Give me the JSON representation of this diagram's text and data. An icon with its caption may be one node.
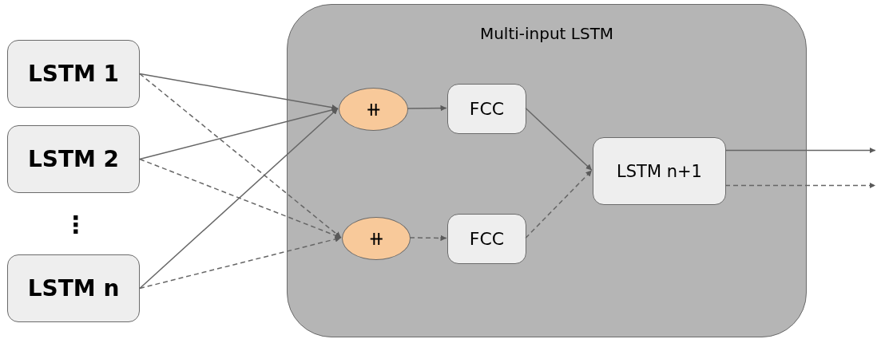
{
  "diagram": {
    "nodes": [
      {
        "text": [
          "LSTM 1"
        ]
      },
      {
        "text": [
          "LSTM 2"
        ]
      },
      {
        "text": [
          "LSTM n"
        ]
      },
      {
        "text": [
          "Multi-input LSTM"
        ]
      },
      {
        "text": [
          "⧺"
        ],
        "in": 3
      },
      {
        "text": [
          "⧺"
        ],
        "in": 3
      },
      {
        "text": [
          "FCC"
        ],
        "in": 3
      },
      {
        "text": [
          "FCC"
        ],
        "in": 3
      },
      {
        "text": [
          "LSTM n+1"
        ],
        "in": 3
      }
    ],
    "edges": [
      {
        "from": 0,
        "to": 4,
        "arrow": "to"
      },
      {
        "from": 0,
        "to": 5,
        "arrow": "to",
        "style": "dashed"
      },
      {
        "from": 1,
        "to": 4,
        "arrow": "to"
      },
      {
        "from": 1,
        "to": 5,
        "arrow": "to",
        "style": "dashed"
      },
      {
        "from": 2,
        "to": 4,
        "arrow": "to"
      },
      {
        "from": 2,
        "to": 5,
        "arrow": "to",
        "style": "dashed"
      },
      {
        "from": 4,
        "to": 6,
        "arrow": "to"
      },
      {
        "from": 5,
        "to": 7,
        "arrow": "to",
        "style": "dashed"
      },
      {
        "from": 6,
        "to": 8,
        "arrow": "to"
      },
      {
        "from": 7,
        "to": 8,
        "arrow": "to",
        "style": "dashed"
      },
      {
        "from": 8,
        "to": null,
        "arrow": "to"
      },
      {
        "from": 8,
        "to": null,
        "arrow": "to",
        "style": "dashed"
      }
    ],
    "labels": [
      "⋮"
    ]
  }
}
